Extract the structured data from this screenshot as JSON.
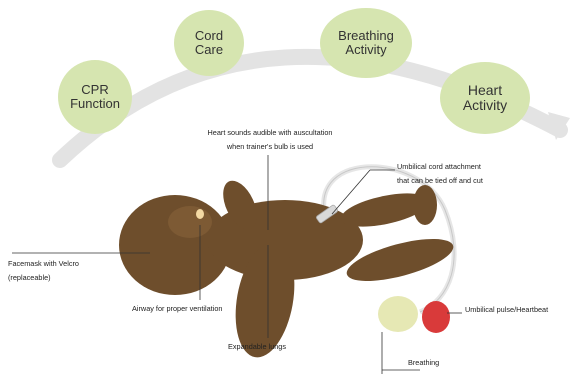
{
  "bubbles": {
    "cpr": "CPR\nFunction",
    "cord": "Cord\nCare",
    "breathing": "Breathing\nActivity",
    "heart": "Heart\nActivity"
  },
  "callouts": {
    "heart_sounds": "Heart sounds audible with auscultation\nwhen trainer's bulb is used",
    "umbilical_attachment": "Umbilical cord attachment\nthat can be tied off and cut",
    "facemask": "Facemask with Velcro\n(replaceable)",
    "airway": "Airway for proper ventilation",
    "lungs": "Expandable lungs",
    "pulse": "Umbilical pulse/Heartbeat",
    "breathing_bulb": "Breathing"
  },
  "colors": {
    "bubble_fill": "#d6e5b0",
    "arc": "#e3e3e3",
    "manikin_skin": "#6e4e2c",
    "pulse_bulb": "#d93a3a",
    "breathing_bulb": "#e6e8b4"
  }
}
